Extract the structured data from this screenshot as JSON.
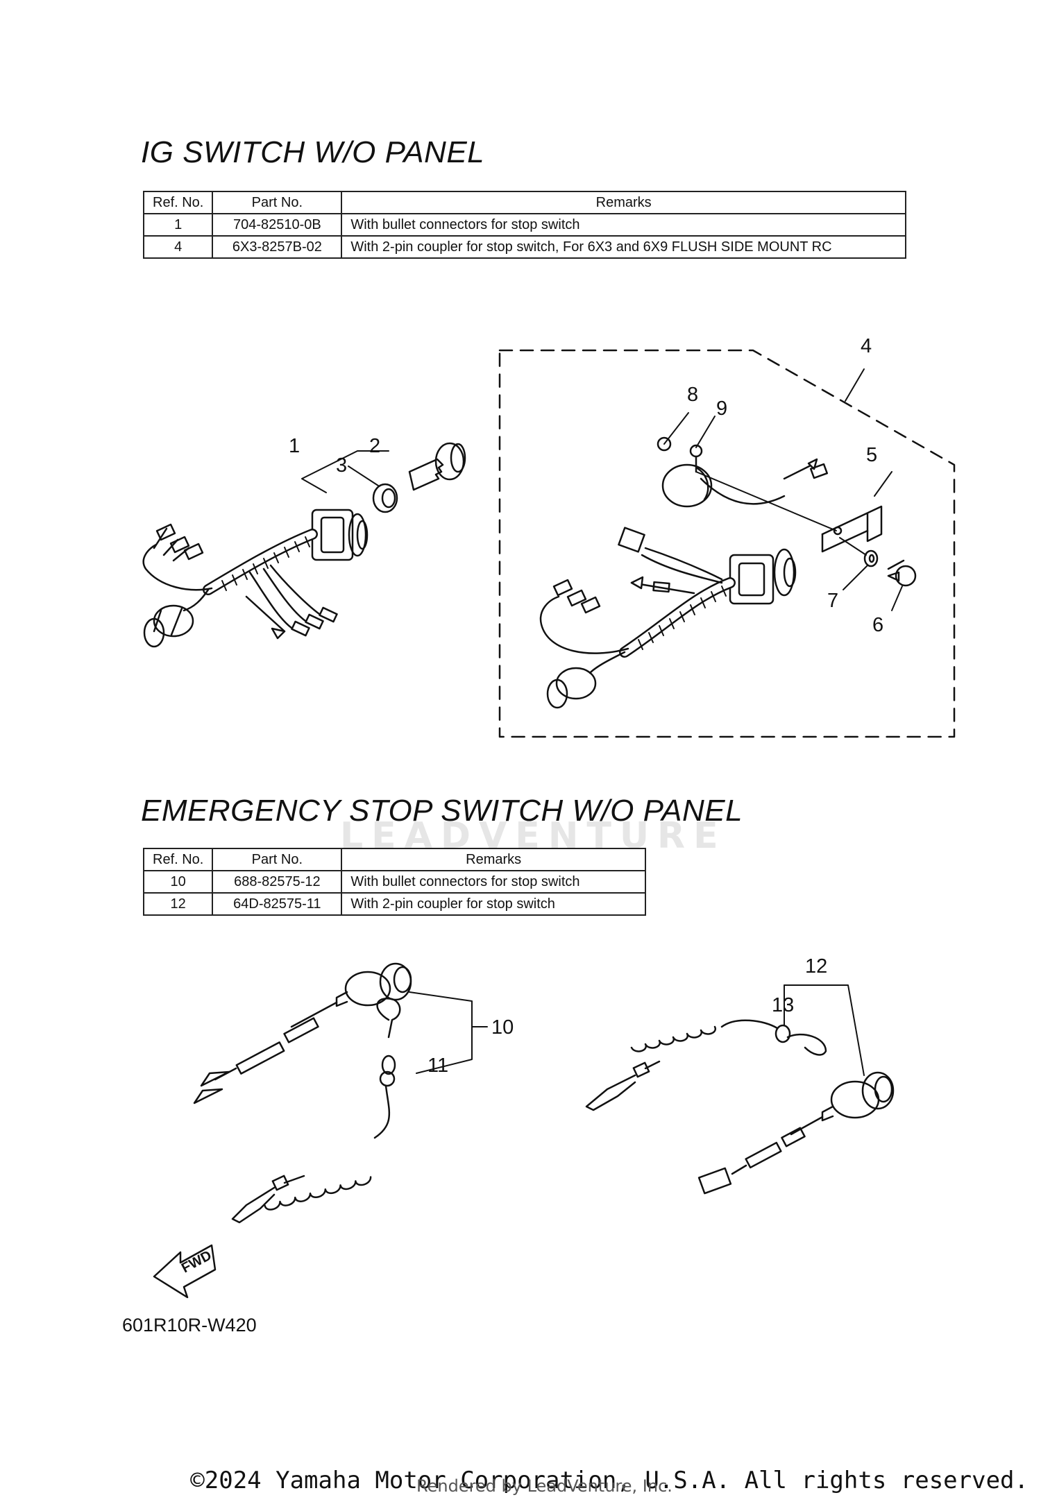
{
  "sections": [
    {
      "title": "IG SWITCH W/O PANEL",
      "headers": [
        "Ref. No.",
        "Part No.",
        "Remarks"
      ],
      "rows": [
        {
          "ref": "1",
          "part": "704-82510-0B",
          "remarks": "With bullet connectors for stop switch"
        },
        {
          "ref": "4",
          "part": "6X3-8257B-02",
          "remarks": "With 2-pin coupler for stop switch, For 6X3 and 6X9 FLUSH SIDE MOUNT RC"
        }
      ]
    },
    {
      "title": "EMERGENCY STOP SWITCH W/O PANEL",
      "headers": [
        "Ref. No.",
        "Part No.",
        "Remarks"
      ],
      "rows": [
        {
          "ref": "10",
          "part": "688-82575-12",
          "remarks": "With bullet connectors for stop switch"
        },
        {
          "ref": "12",
          "part": "64D-82575-11",
          "remarks": "With 2-pin coupler for stop switch"
        }
      ]
    }
  ],
  "callouts": [
    "1",
    "2",
    "3",
    "4",
    "5",
    "6",
    "7",
    "8",
    "9",
    "10",
    "11",
    "12",
    "13"
  ],
  "fwd_label": "FWD",
  "diagram_code": "601R10R-W420",
  "watermark": "LEADVENTURE",
  "copyright": "©2024 Yamaha Motor Corporation, U.S.A. All rights reserved.",
  "rendered_by": "Rendered by LeadVenture, Inc."
}
